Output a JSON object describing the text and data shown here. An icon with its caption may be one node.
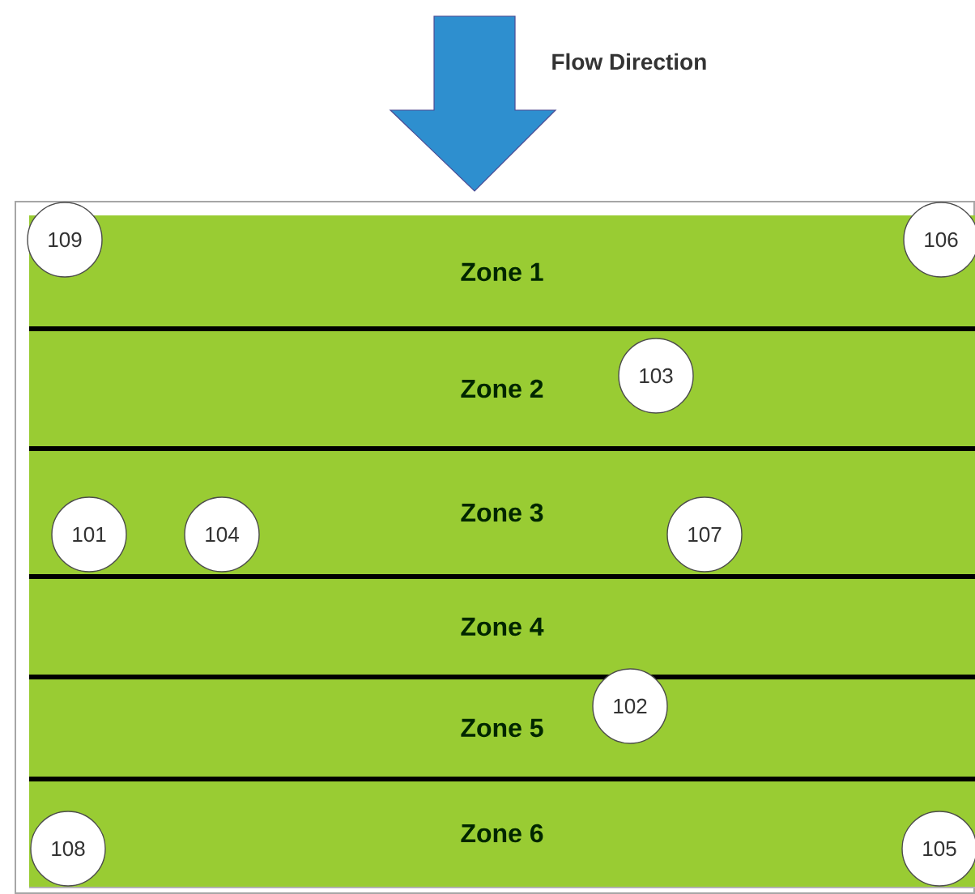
{
  "diagram": {
    "nodes": [
      {
        "text": [
          "Zone 1"
        ]
      },
      {
        "text": [
          "Zone 2"
        ]
      },
      {
        "text": [
          "Zone 3"
        ]
      },
      {
        "text": [
          "Zone 4"
        ]
      },
      {
        "text": [
          "Zone 5"
        ]
      },
      {
        "text": [
          "Zone 6"
        ]
      },
      {
        "text": [
          "109"
        ]
      },
      {
        "text": [
          "106"
        ]
      },
      {
        "text": [
          "103"
        ],
        "in": 1
      },
      {
        "text": [
          "101"
        ],
        "in": 2
      },
      {
        "text": [
          "104"
        ],
        "in": 2
      },
      {
        "text": [
          "107"
        ],
        "in": 2
      },
      {
        "text": [
          "102"
        ]
      },
      {
        "text": [
          "108"
        ],
        "in": 5
      },
      {
        "text": [
          "105"
        ],
        "in": 5
      }
    ],
    "edges": [],
    "labels": [
      "Flow Direction"
    ]
  }
}
